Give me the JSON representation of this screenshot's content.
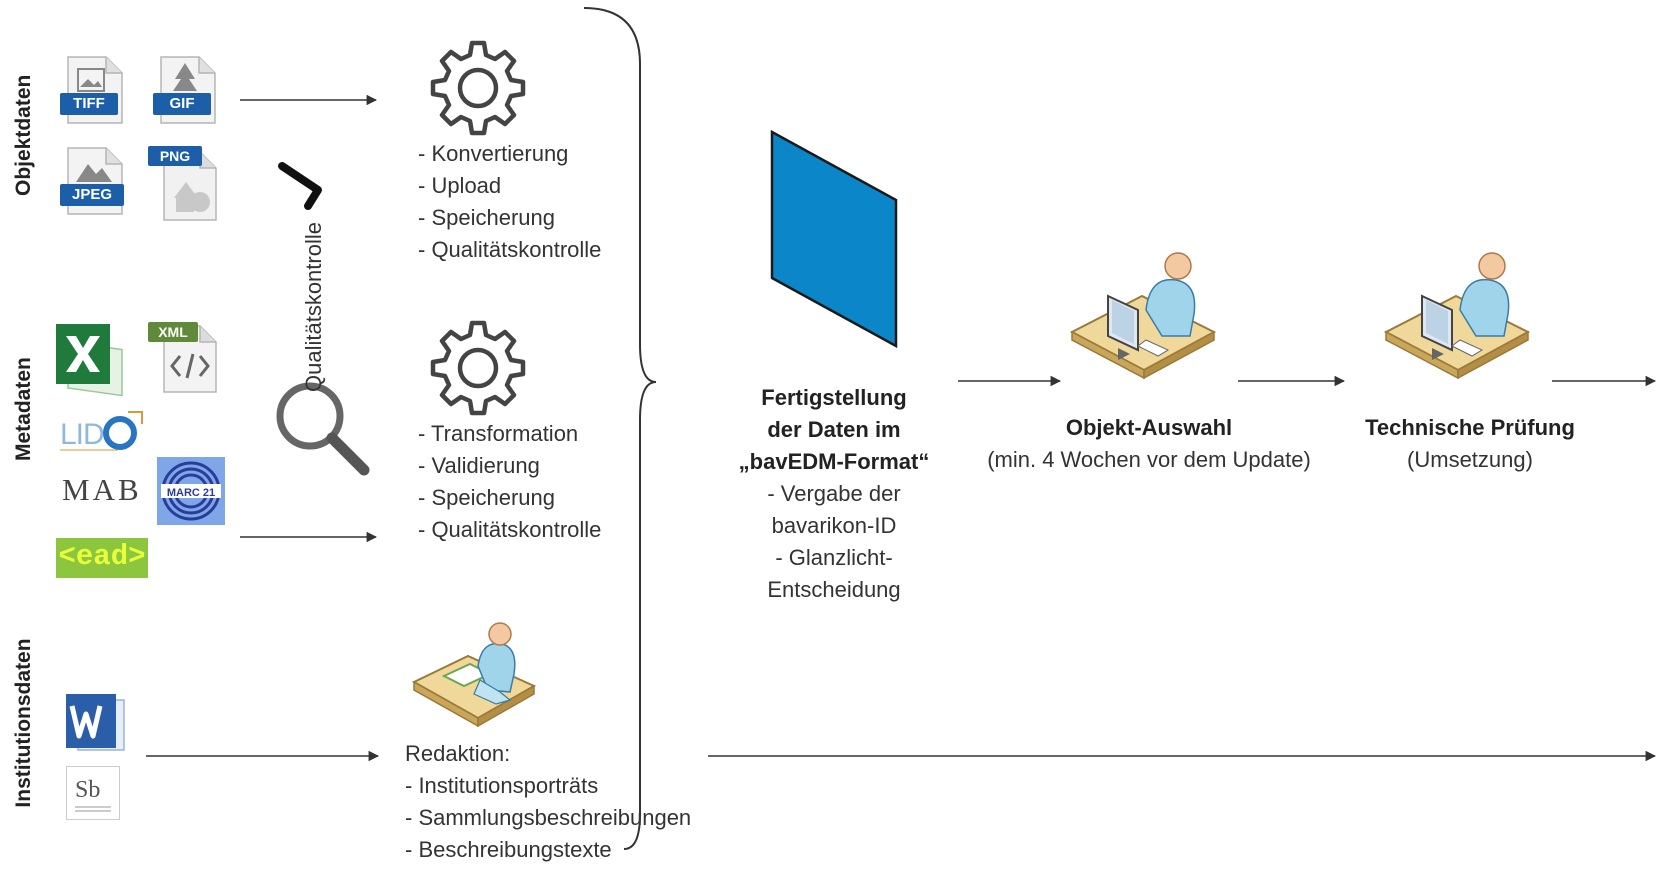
{
  "categories": {
    "object_data": "Objektdaten",
    "meta_data": "Metadaten",
    "institution_data": "Institutionsdaten"
  },
  "formats": {
    "tiff": "TIFF",
    "gif": "GIF",
    "jpeg": "JPEG",
    "png": "PNG",
    "xml": "XML",
    "lido": "LIDO",
    "mab": "MAB",
    "marc": "MARC 21",
    "ead": "<ead>"
  },
  "quality_check": "Qualitätskontrolle",
  "object_steps": [
    "- Konvertierung",
    "- Upload",
    "- Speicherung",
    "- Qualitätskontrolle"
  ],
  "meta_steps": [
    "- Transformation",
    "- Validierung",
    "- Speicherung",
    "- Qualitätskontrolle"
  ],
  "editorial": {
    "title": "Redaktion:",
    "items": [
      "- Institutionsporträts",
      "- Sammlungsbeschreibungen",
      "- Beschreibungstexte"
    ]
  },
  "completion": {
    "title_lines": [
      "Fertigstellung",
      "der Daten im",
      "„bavEDM-Format“"
    ],
    "detail_lines": [
      "- Vergabe der",
      "bavarikon-ID",
      "- Glanzlicht-",
      "Entscheidung"
    ]
  },
  "selection": {
    "title": "Objekt-Auswahl",
    "subtitle": "(min. 4 Wochen vor dem Update)"
  },
  "technical": {
    "title": "Technische Prüfung",
    "subtitle": "(Umsetzung)"
  },
  "colors": {
    "arrow": "#333333",
    "parallelogram": "#0a86c9",
    "badge_blue": "#1c5fa8",
    "excel_green": "#1f7a3c",
    "ead_yellow": "#e8ff3a",
    "ead_green": "#8cc63e"
  }
}
